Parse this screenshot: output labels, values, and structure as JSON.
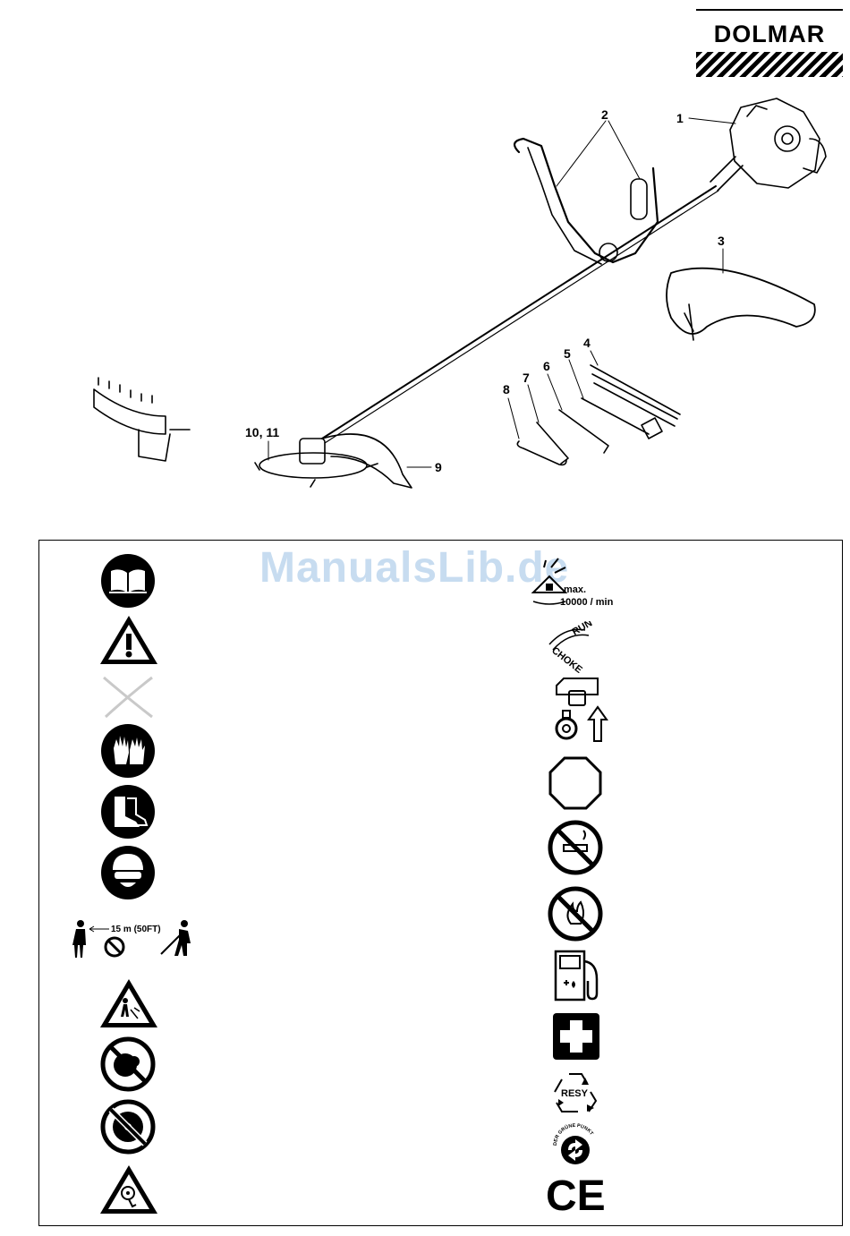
{
  "brand": {
    "name": "DOLMAR"
  },
  "watermark": "ManualsLib.de",
  "callouts": [
    {
      "id": "1",
      "label": "1"
    },
    {
      "id": "2",
      "label": "2"
    },
    {
      "id": "3",
      "label": "3"
    },
    {
      "id": "4",
      "label": "4"
    },
    {
      "id": "5",
      "label": "5"
    },
    {
      "id": "6",
      "label": "6"
    },
    {
      "id": "7",
      "label": "7"
    },
    {
      "id": "8",
      "label": "8"
    },
    {
      "id": "9",
      "label": "9"
    },
    {
      "id": "10-11",
      "label": "10, 11"
    }
  ],
  "symbols": {
    "max_speed": {
      "line1": "max.",
      "line2": "10000 / min"
    },
    "choke": {
      "run": "RUN",
      "choke": "CHOKE"
    },
    "distance": {
      "text": "15 m (50",
      "unit": "FT",
      "close": ")"
    },
    "recycle": {
      "text": "RESY"
    },
    "gruene_punkt": {
      "text": "DER GRÜNE PUNKT"
    },
    "ce": {
      "text": "CE"
    }
  },
  "icons": {
    "left": [
      "manual-book-icon",
      "warning-triangle-icon",
      "crossed-out-icon",
      "gloves-icon",
      "boots-icon",
      "helmet-goggles-icon",
      "distance-icon",
      "ricochet-warning-icon",
      "no-blade-person-icon",
      "no-saw-blade-icon",
      "kickback-warning-icon"
    ],
    "right": [
      "max-speed-icon",
      "choke-icon",
      "starter-grip-icon",
      "stop-octagon-icon",
      "no-smoking-icon",
      "no-open-fire-icon",
      "fuel-station-icon",
      "first-aid-icon",
      "recycle-icon",
      "gruene-punkt-icon",
      "ce-mark-icon"
    ]
  }
}
